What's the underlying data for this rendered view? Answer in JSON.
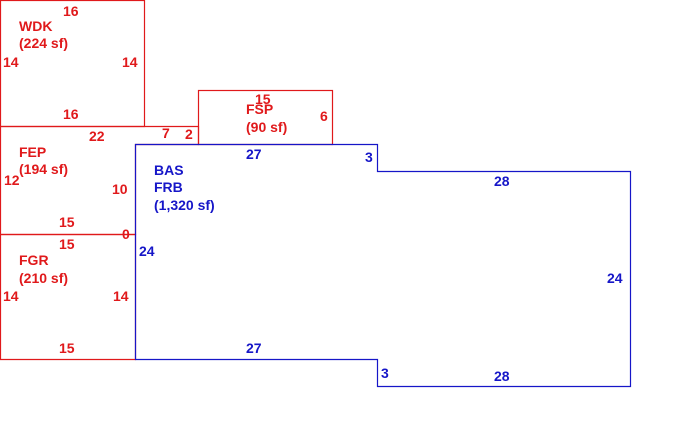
{
  "colors": {
    "red": "#e0191b",
    "blue": "#1616c8"
  },
  "areas": {
    "wdk": {
      "code": "WDK",
      "area": "(224 sf)",
      "dims": [
        "16",
        "14",
        "14",
        "16"
      ]
    },
    "fsp": {
      "code": "FSP",
      "area": "(90 sf)",
      "dims": [
        "15",
        "6"
      ]
    },
    "fep": {
      "code": "FEP",
      "area": "(194 sf)",
      "dims": [
        "22",
        "7",
        "2",
        "12",
        "10",
        "15"
      ]
    },
    "fgr": {
      "code": "FGR",
      "area": "(210 sf)",
      "dims": [
        "15",
        "0",
        "14",
        "14",
        "15"
      ]
    },
    "bas": {
      "code1": "BAS",
      "code2": "FRB",
      "area": "(1,320 sf)",
      "dims": [
        "27",
        "3",
        "28",
        "24",
        "24",
        "27",
        "3",
        "28"
      ]
    }
  }
}
